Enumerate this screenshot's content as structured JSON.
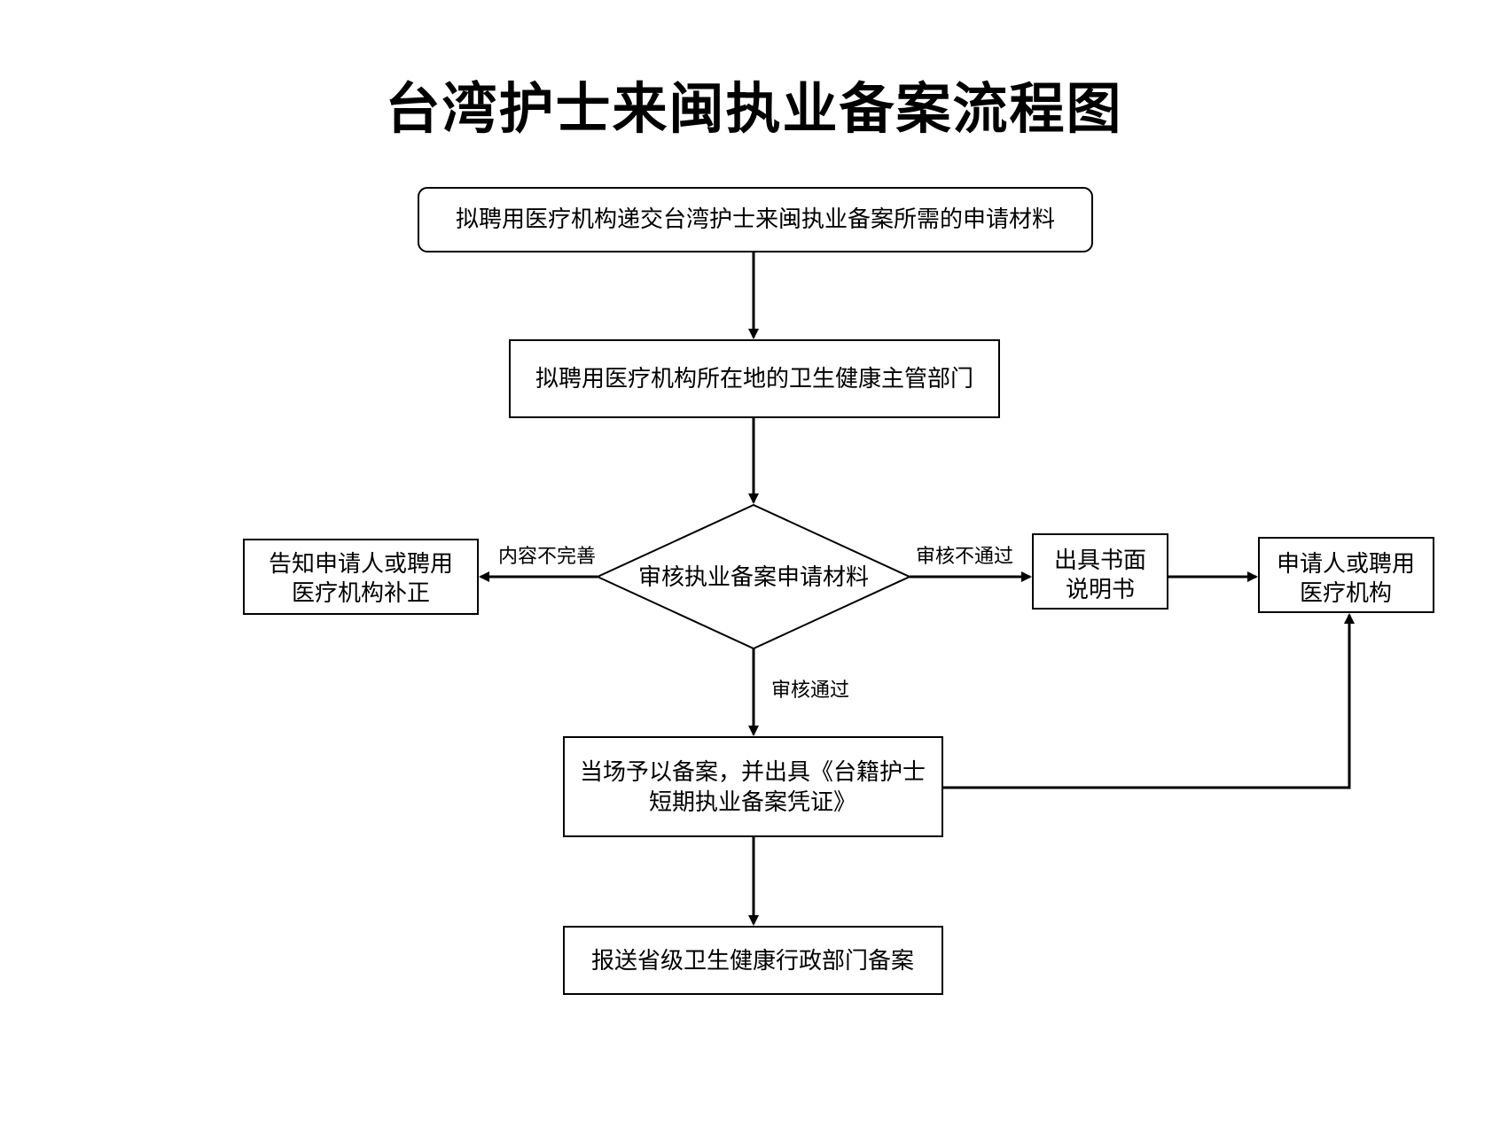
{
  "title": "台湾护士来闽执业备案流程图",
  "nodes": {
    "submit": "拟聘用医疗机构递交台湾护士来闽执业备案所需的申请材料",
    "health_dept": "拟聘用医疗机构所在地的卫生健康主管部门",
    "review": "审核执业备案申请材料",
    "notify_correct": [
      "告知申请人或聘用",
      "医疗机构补正"
    ],
    "written_explanation": [
      "出具书面",
      "说明书"
    ],
    "applicant": [
      "申请人或聘用",
      "医疗机构"
    ],
    "file_on_site": [
      "当场予以备案，并出具《台籍护士",
      "短期执业备案凭证》"
    ],
    "report_province": "报送省级卫生健康行政部门备案"
  },
  "edges": {
    "incomplete": "内容不完善",
    "not_passed": "审核不通过",
    "passed": "审核通过"
  }
}
